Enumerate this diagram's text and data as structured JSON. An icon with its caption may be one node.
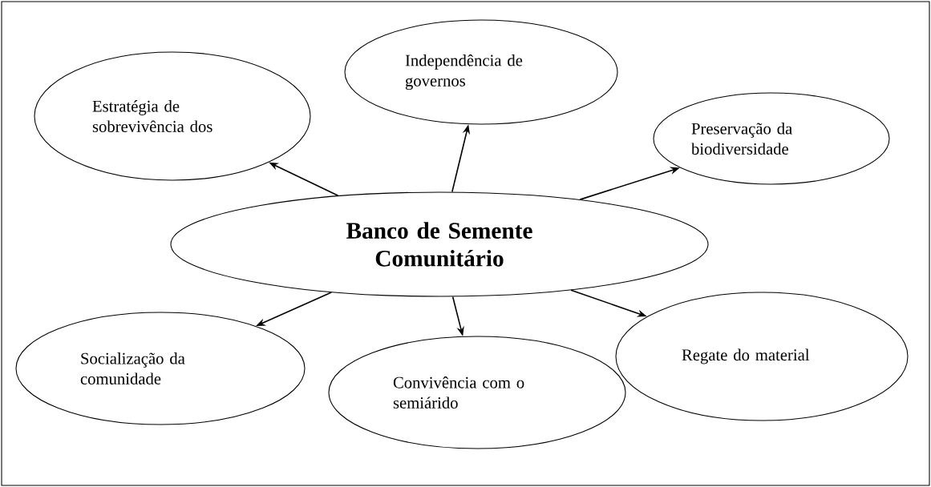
{
  "diagram": {
    "nodes": [
      {
        "text": [
          "Banco de Semente Comunitário"
        ]
      },
      {
        "text": [
          "Estratégia de sobrevivência dos"
        ]
      },
      {
        "text": [
          "Independência de governos"
        ]
      },
      {
        "text": [
          "Preservação da biodiversidade"
        ]
      },
      {
        "text": [
          "Socialização da comunidade"
        ]
      },
      {
        "text": [
          "Convivência com o semiárido"
        ]
      },
      {
        "text": [
          "Regate do material"
        ]
      }
    ],
    "edges": [
      {
        "from": 0,
        "to": 1,
        "arrow": "to"
      },
      {
        "from": 0,
        "to": 2,
        "arrow": "to"
      },
      {
        "from": 0,
        "to": 3,
        "arrow": "to"
      },
      {
        "from": 0,
        "to": 4,
        "arrow": "to"
      },
      {
        "from": 0,
        "to": 5,
        "arrow": "to"
      },
      {
        "from": 0,
        "to": 6,
        "arrow": "to"
      }
    ]
  }
}
